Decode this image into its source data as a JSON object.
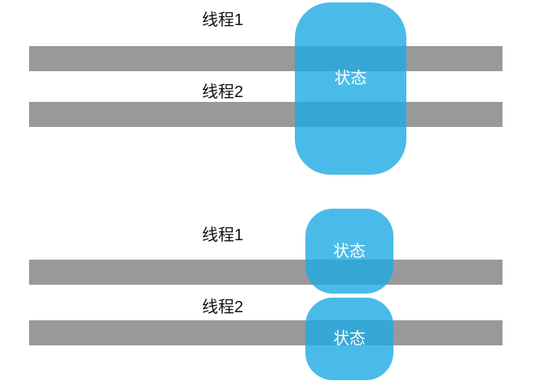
{
  "colors": {
    "bar": "#999999",
    "state_fill": "#1daae3",
    "state_opacity": "0.8",
    "state_text": "#ffffff",
    "label_text": "#111111"
  },
  "shared_figure": {
    "thread1_label": "线程1",
    "thread2_label": "线程2",
    "state_label": "状态"
  },
  "separate_figure": {
    "thread1_label": "线程1",
    "thread2_label": "线程2",
    "state1_label": "状态",
    "state2_label": "状态"
  }
}
